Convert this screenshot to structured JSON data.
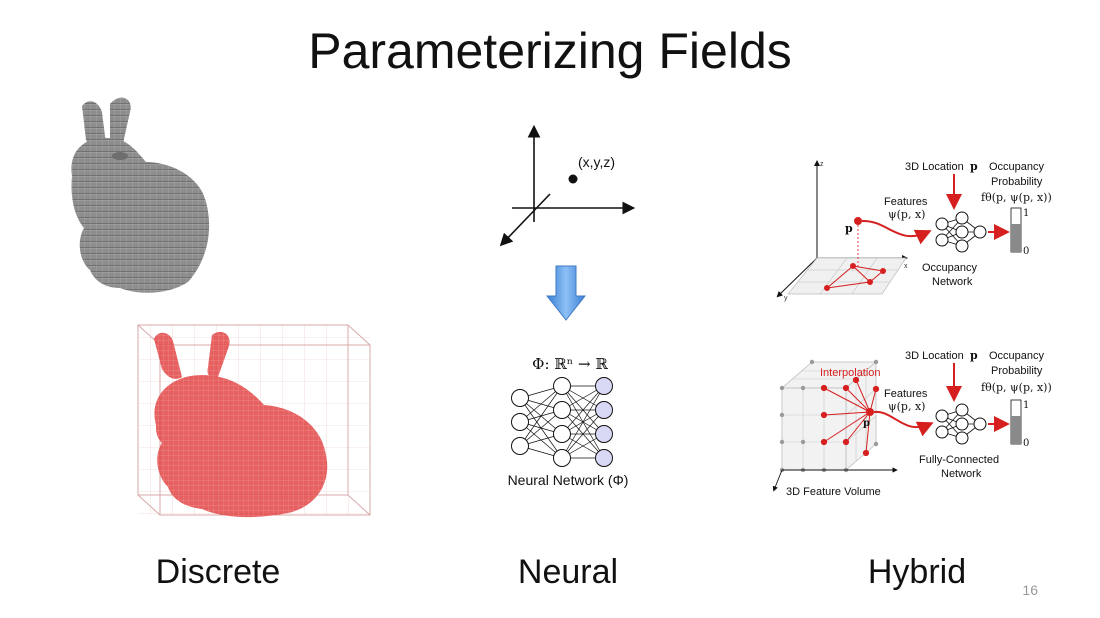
{
  "slide": {
    "title": "Parameterizing Fields",
    "page_number": "16"
  },
  "columns": {
    "discrete": {
      "label": "Discrete"
    },
    "neural": {
      "label": "Neural",
      "point_label": "(x,y,z)",
      "mapping": "Φ: ℝⁿ → ℝ",
      "network_caption": "Neural Network (Φ)"
    },
    "hybrid": {
      "label": "Hybrid",
      "top": {
        "location": "3D Location",
        "location_symbol": "p",
        "occupancy": "Occupancy",
        "probability": "Probability",
        "formula": "fθ(p, ψ(p, x))",
        "features": "Features",
        "features_formula": "ψ(p, x)",
        "point": "p",
        "bar_max": "1",
        "bar_min": "0",
        "net_line1": "Occupancy",
        "net_line2": "Network",
        "axis_z": "z",
        "axis_x": "x",
        "axis_y": "y"
      },
      "bottom": {
        "location": "3D Location",
        "location_symbol": "p",
        "occupancy": "Occupancy",
        "probability": "Probability",
        "formula": "fθ(p, ψ(p, x))",
        "features": "Features",
        "features_formula": "ψ(p, x)",
        "interpolation": "Interpolation",
        "point": "p",
        "bar_max": "1",
        "bar_min": "0",
        "net_line1": "Fully-Connected",
        "net_line2": "Network",
        "volume": "3D Feature Volume"
      }
    }
  },
  "colors": {
    "red": "#d61f1f",
    "bunny_gray": "#8e8e8e",
    "arrow_blue": "#4a8fe0",
    "node_fill": "#d9d9f5"
  }
}
